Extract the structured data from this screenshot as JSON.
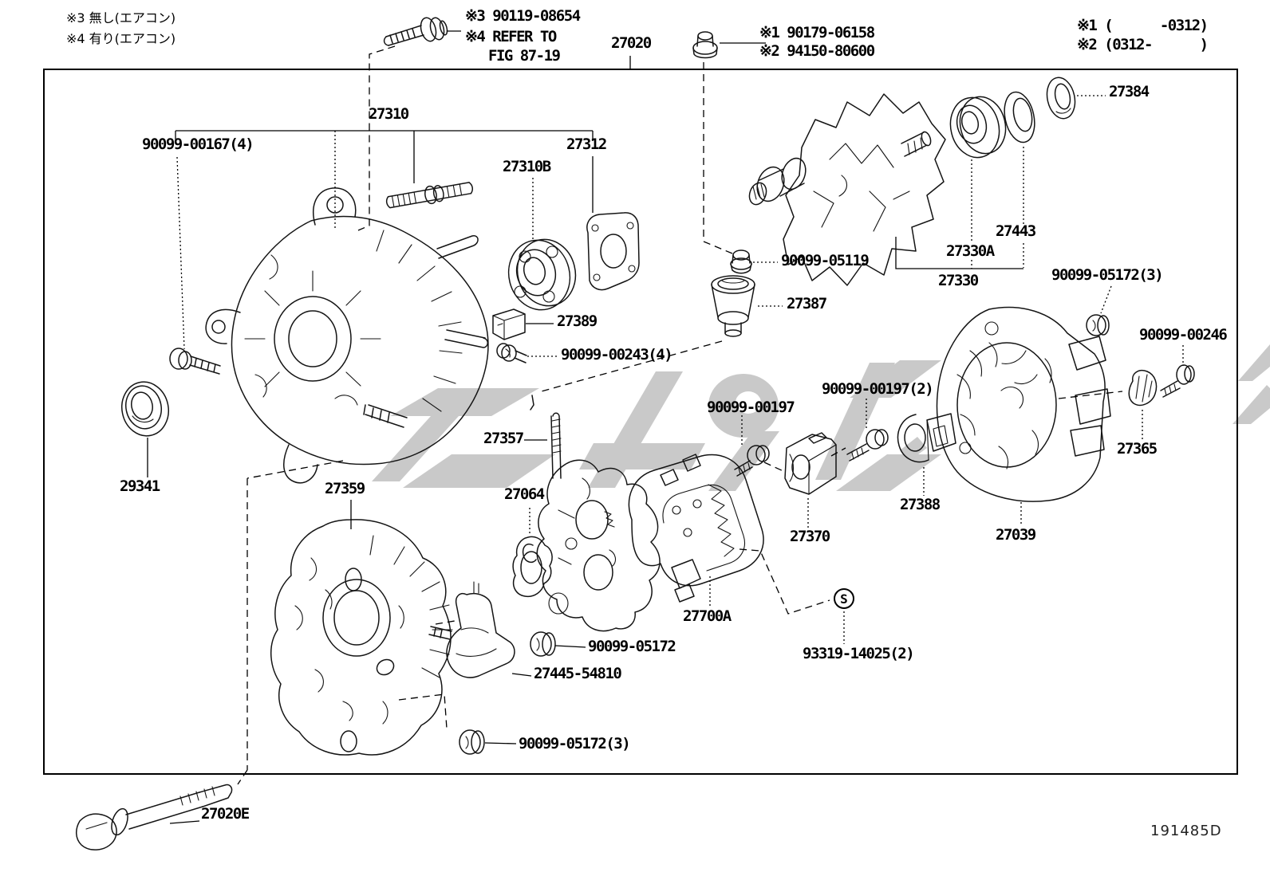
{
  "doc": {
    "figure_code": "191485D"
  },
  "notes": {
    "ac_note3": "※3 無し(エアコン)",
    "ac_note4": "※4 有り(エアコン)",
    "bolt_note3": "※3 90119-08654",
    "bolt_note4_line1": "※4 REFER TO",
    "bolt_note4_line2": "FIG 87-19",
    "nut_note1": "※1 90179-06158",
    "nut_note2": "※2 94150-80600",
    "date_note1": "※1 (      -0312)",
    "date_note2": "※2 (0312-      )"
  },
  "parts": {
    "p27020": "27020",
    "p27310": "27310",
    "p90099_00167": "90099-00167(4)",
    "p27312": "27312",
    "p27310b": "27310B",
    "p29341": "29341",
    "p27389": "27389",
    "p90099_00243": "90099-00243(4)",
    "p27387": "27387",
    "p90099_05119": "90099-05119",
    "p27330a": "27330A",
    "p27443": "27443",
    "p27330": "27330",
    "p27384": "27384",
    "p90099_05172_3_right": "90099-05172(3)",
    "p90099_00246": "90099-00246",
    "p27365": "27365",
    "p27039": "27039",
    "p27388": "27388",
    "p27370": "27370",
    "p90099_00197": "90099-00197",
    "p90099_00197_2": "90099-00197(2)",
    "p27357": "27357",
    "p27064": "27064",
    "p27700a": "27700A",
    "p93319_14025": "93319-14025(2)",
    "p90099_05172": "90099-05172",
    "p27445_54810": "27445-54810",
    "p27359": "27359",
    "p90099_05172_3_bottom": "90099-05172(3)",
    "p27020e": "27020E",
    "s_symbol": "S"
  }
}
